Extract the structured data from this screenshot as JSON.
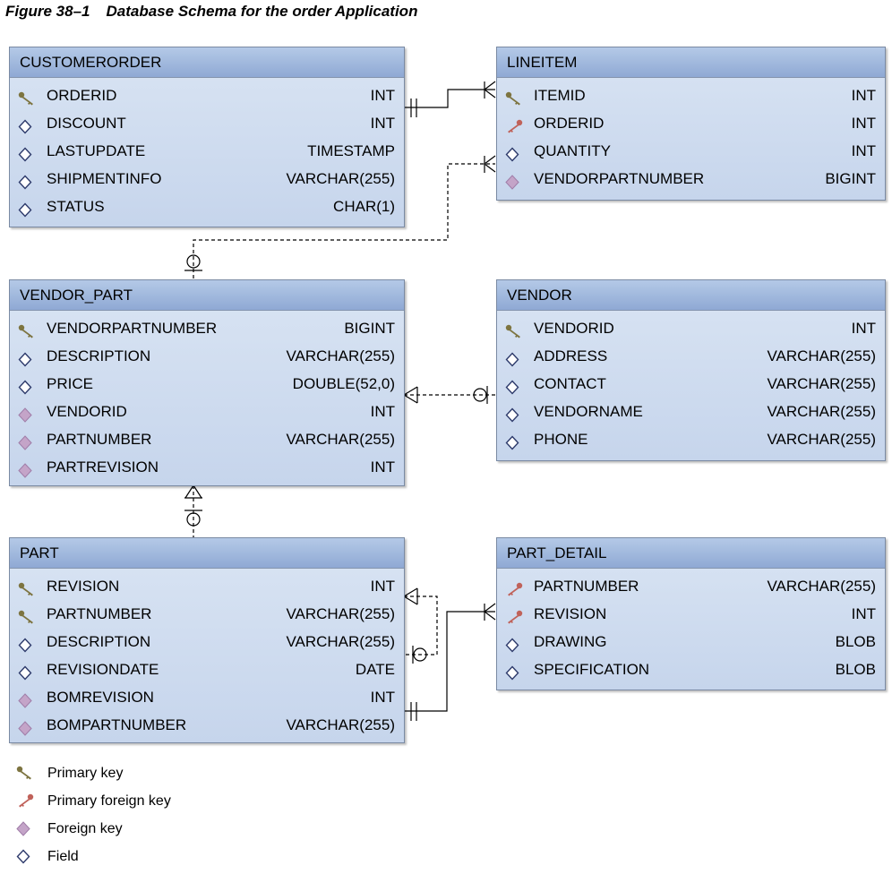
{
  "figure": {
    "number": "Figure 38–1",
    "title": "Database Schema for the order Application"
  },
  "tables": {
    "customerorder": {
      "name": "CUSTOMERORDER",
      "columns": [
        {
          "name": "ORDERID",
          "type": "INT",
          "key": "primary-key-icon"
        },
        {
          "name": "DISCOUNT",
          "type": "INT",
          "key": "field-icon"
        },
        {
          "name": "LASTUPDATE",
          "type": "TIMESTAMP",
          "key": "field-icon"
        },
        {
          "name": "SHIPMENTINFO",
          "type": "VARCHAR(255)",
          "key": "field-icon"
        },
        {
          "name": "STATUS",
          "type": "CHAR(1)",
          "key": "field-icon"
        }
      ]
    },
    "lineitem": {
      "name": "LINEITEM",
      "columns": [
        {
          "name": "ITEMID",
          "type": "INT",
          "key": "primary-key-icon"
        },
        {
          "name": "ORDERID",
          "type": "INT",
          "key": "primary-foreign-key-icon"
        },
        {
          "name": "QUANTITY",
          "type": "INT",
          "key": "field-icon"
        },
        {
          "name": "VENDORPARTNUMBER",
          "type": "BIGINT",
          "key": "foreign-key-icon"
        }
      ]
    },
    "vendor_part": {
      "name": "VENDOR_PART",
      "columns": [
        {
          "name": "VENDORPARTNUMBER",
          "type": "BIGINT",
          "key": "primary-key-icon"
        },
        {
          "name": "DESCRIPTION",
          "type": "VARCHAR(255)",
          "key": "field-icon"
        },
        {
          "name": "PRICE",
          "type": "DOUBLE(52,0)",
          "key": "field-icon"
        },
        {
          "name": "VENDORID",
          "type": "INT",
          "key": "foreign-key-icon"
        },
        {
          "name": "PARTNUMBER",
          "type": "VARCHAR(255)",
          "key": "foreign-key-icon"
        },
        {
          "name": "PARTREVISION",
          "type": "INT",
          "key": "foreign-key-icon"
        }
      ]
    },
    "vendor": {
      "name": "VENDOR",
      "columns": [
        {
          "name": "VENDORID",
          "type": "INT",
          "key": "primary-key-icon"
        },
        {
          "name": "ADDRESS",
          "type": "VARCHAR(255)",
          "key": "field-icon"
        },
        {
          "name": "CONTACT",
          "type": "VARCHAR(255)",
          "key": "field-icon"
        },
        {
          "name": "VENDORNAME",
          "type": "VARCHAR(255)",
          "key": "field-icon"
        },
        {
          "name": "PHONE",
          "type": "VARCHAR(255)",
          "key": "field-icon"
        }
      ]
    },
    "part": {
      "name": "PART",
      "columns": [
        {
          "name": "REVISION",
          "type": "INT",
          "key": "primary-key-icon"
        },
        {
          "name": "PARTNUMBER",
          "type": "VARCHAR(255)",
          "key": "primary-key-icon"
        },
        {
          "name": "DESCRIPTION",
          "type": "VARCHAR(255)",
          "key": "field-icon"
        },
        {
          "name": "REVISIONDATE",
          "type": "DATE",
          "key": "field-icon"
        },
        {
          "name": "BOMREVISION",
          "type": "INT",
          "key": "foreign-key-icon"
        },
        {
          "name": "BOMPARTNUMBER",
          "type": "VARCHAR(255)",
          "key": "foreign-key-icon"
        }
      ]
    },
    "part_detail": {
      "name": "PART_DETAIL",
      "columns": [
        {
          "name": "PARTNUMBER",
          "type": "VARCHAR(255)",
          "key": "primary-foreign-key-icon"
        },
        {
          "name": "REVISION",
          "type": "INT",
          "key": "primary-foreign-key-icon"
        },
        {
          "name": "DRAWING",
          "type": "BLOB",
          "key": "field-icon"
        },
        {
          "name": "SPECIFICATION",
          "type": "BLOB",
          "key": "field-icon"
        }
      ]
    }
  },
  "legend": [
    {
      "icon": "primary-key-icon",
      "label": "Primary key"
    },
    {
      "icon": "primary-foreign-key-icon",
      "label": "Primary foreign key"
    },
    {
      "icon": "foreign-key-icon",
      "label": "Foreign key"
    },
    {
      "icon": "field-icon",
      "label": "Field"
    }
  ],
  "colors": {
    "primary_key": "#7d7440",
    "primary_foreign_key": "#c0625a",
    "foreign_key": "#c4a4c8",
    "field": "#2d3a6b"
  }
}
